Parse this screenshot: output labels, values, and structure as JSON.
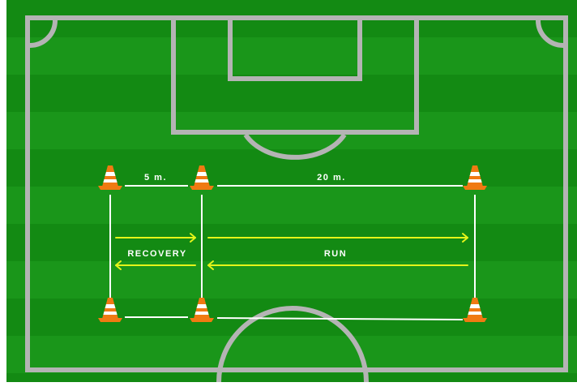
{
  "labels": {
    "distance_left": "5 m.",
    "distance_right": "20 m.",
    "recovery": "RECOVERY",
    "run": "RUN"
  },
  "colors": {
    "background": "#ffffff",
    "grass_dark": "#138a13",
    "grass_light": "#1a961a",
    "pitch_lines": "#b4b4b4",
    "drill_lines": "#ffffff",
    "arrows": "#e4f41a",
    "cone": "#f07a12",
    "cone_stripe": "#ffffff"
  },
  "icons": {
    "cones": "traffic-cone-icon",
    "arrow_heads": "chevron-right-icon"
  }
}
